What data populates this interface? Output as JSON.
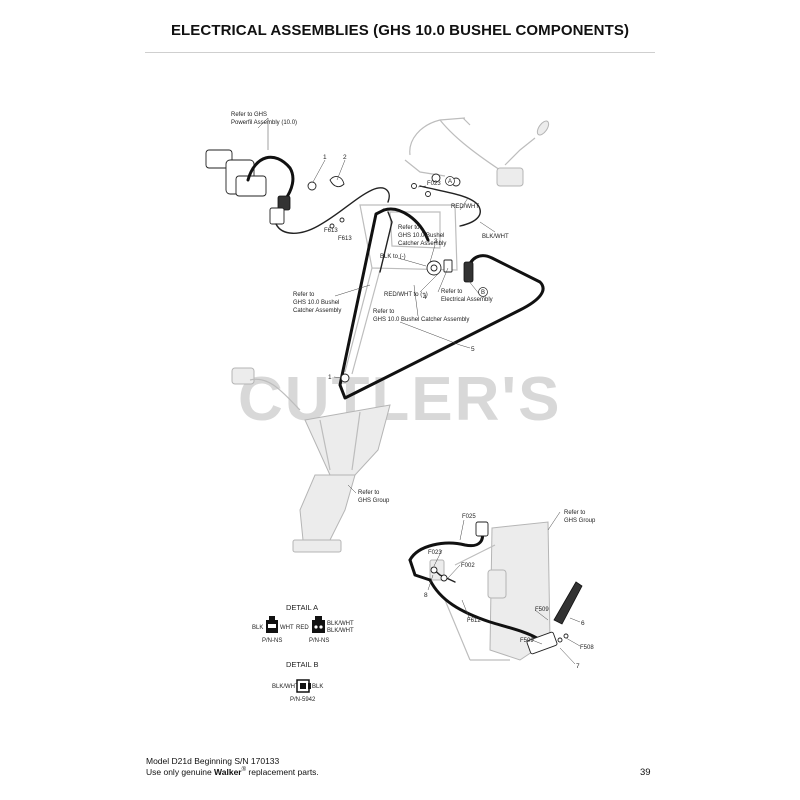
{
  "title": "ELECTRICAL ASSEMBLIES (GHS 10.0 BUSHEL COMPONENTS)",
  "watermark": "CUTLER'S",
  "callouts": {
    "powerfill": [
      "Refer to GHS",
      "Powerfil Assembly (10.0)"
    ],
    "catcher_a": [
      "Refer to",
      "GHS 10.0 Bushel",
      "Catcher Assembly"
    ],
    "catcher_b": [
      "Refer to",
      "GHS 10.0 Bushel",
      "Catcher Assembly"
    ],
    "catcher_c": [
      "Refer to",
      "GHS 10.0 Bushel Catcher Assembly"
    ],
    "electrical": [
      "Refer to",
      "Electrical Assembly"
    ],
    "ghs_group_a": [
      "Refer to",
      "GHS Group"
    ],
    "ghs_group_b": [
      "Refer to",
      "GHS Group"
    ]
  },
  "wire_labels": {
    "red_wht": "RED/WHT",
    "blk_wht": "BLK/WHT",
    "blk_neg": "BLK to (-)",
    "redwht_pos": "RED/WHT to (+)"
  },
  "part_numbers": {
    "n1": "1",
    "n2": "2",
    "n3": "3",
    "n4": "4",
    "n5": "5",
    "n1b": "1",
    "n6": "6",
    "n7": "7",
    "n8": "8"
  },
  "fasteners": {
    "f023": "F023",
    "f613a": "F613",
    "f613b": "F613",
    "f025": "F025",
    "f023b": "F023",
    "f002": "F002",
    "f612": "F612",
    "f509a": "F509",
    "f509b": "F509",
    "f508": "F508"
  },
  "circle_letters": {
    "a": "A",
    "b": "B"
  },
  "detail_a": {
    "heading": "DETAIL A",
    "left_wire_1": "BLK",
    "left_wire_2": "WHT",
    "left_pn": "P/N-NS",
    "right_wire_1": "RED",
    "right_wire_2a": "BLK/WHT",
    "right_wire_2b": "BLK/WHT",
    "right_pn": "P/N-NS"
  },
  "detail_b": {
    "heading": "DETAIL B",
    "wire_1": "BLK/WHT",
    "wire_2": "BLK",
    "pn": "P/N-5942"
  },
  "footer": {
    "model": "Model D21d Beginning S/N 170133",
    "use_prefix": "Use only genuine ",
    "brand": "Walker",
    "reg": "®",
    "use_suffix": " replacement parts.",
    "page": "39"
  }
}
